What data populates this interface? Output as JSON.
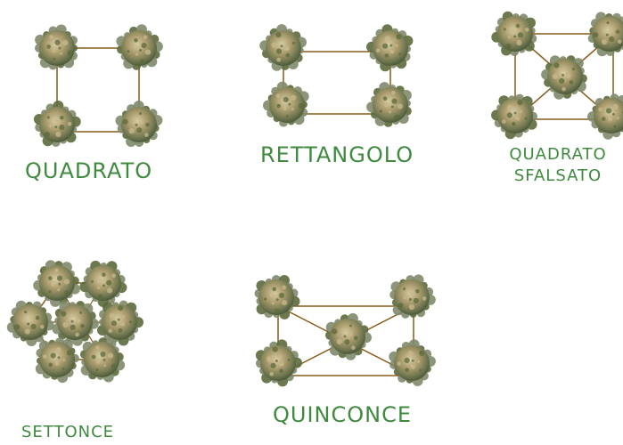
{
  "colors": {
    "label": "#3f8a3f",
    "line": "#8a5a1a",
    "foliage_dark": "#5c6a3c",
    "foliage_light": "#c9b98e",
    "foliage_edge": "#7f8a6a"
  },
  "patterns": {
    "quadrato": {
      "label": "QUADRATO"
    },
    "rettangolo": {
      "label": "RETTANGOLO"
    },
    "quadrato_sfalsato": {
      "label_line1": "QUADRATO",
      "label_line2": "SFALSATO"
    },
    "settonce": {
      "label": "SETTONCE"
    },
    "quinconce": {
      "label": "QUINCONCE"
    }
  }
}
